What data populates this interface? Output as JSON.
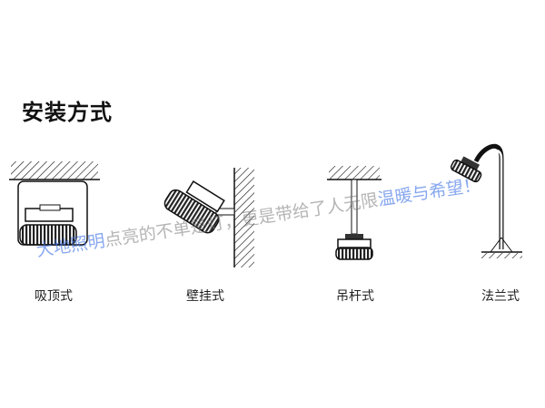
{
  "title": "安装方式",
  "methods": [
    {
      "label": "吸顶式"
    },
    {
      "label": "壁挂式"
    },
    {
      "label": "吊杆式"
    },
    {
      "label": "法兰式"
    }
  ],
  "watermark": {
    "part1": "大地照明",
    "part2": "点亮的不单是灯，更是带给了人无限",
    "part3": "温暖与希望！"
  },
  "colors": {
    "watermark_blue": "#4678e6",
    "line": "#111111"
  }
}
